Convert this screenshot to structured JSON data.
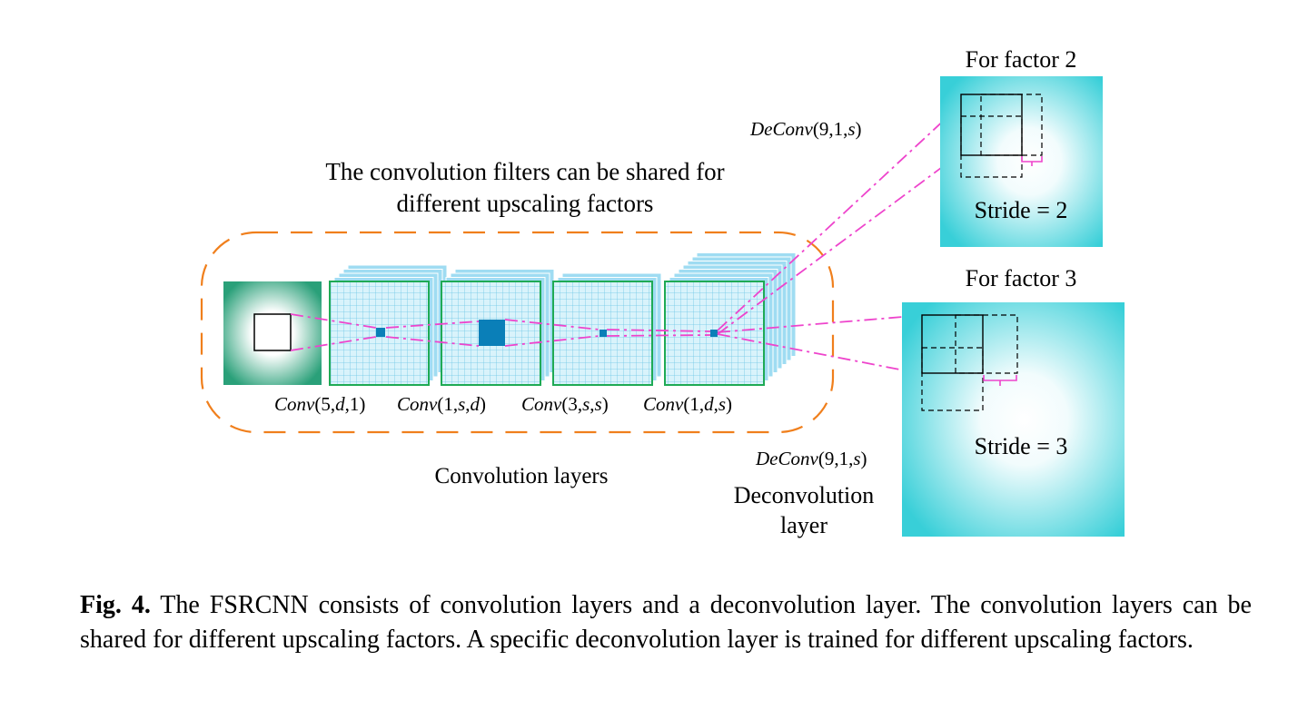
{
  "diagram": {
    "shared_note_line1": "The convolution filters can be shared for",
    "shared_note_line2": "different upscaling factors",
    "conv_labels": [
      {
        "fn": "Conv",
        "args": "(5,",
        "a1": "d",
        "a2": ",1)"
      },
      {
        "fn": "Conv",
        "args": "(1,",
        "a1": "s",
        "a2": ",",
        "a3": "d",
        "a4": ")"
      },
      {
        "fn": "Conv",
        "args": "(3,",
        "a1": "s",
        "a2": ",",
        "a3": "s",
        "a4": ")"
      },
      {
        "fn": "Conv",
        "args": "(1,",
        "a1": "d",
        "a2": ",",
        "a3": "s",
        "a4": ")"
      }
    ],
    "conv_layers_label": "Convolution layers",
    "deconv_top": {
      "fn": "DeConv",
      "args": "(9,1,",
      "var": "s",
      "end": ")"
    },
    "deconv_bottom": {
      "fn": "DeConv",
      "args": "(9,1,",
      "var": "s",
      "end": ")"
    },
    "deconv_layer_line1": "Deconvolution",
    "deconv_layer_line2": "layer",
    "factor2_title": "For factor 2",
    "factor2_stride": "Stride = 2",
    "factor3_title": "For factor 3",
    "factor3_stride": "Stride = 3"
  },
  "caption": {
    "label": "Fig. 4.",
    "text": " The FSRCNN consists of convolution layers and a deconvolution layer. The convolution layers can be shared for different upscaling factors. A specific deconvolution layer is trained for different upscaling factors."
  },
  "colors": {
    "dashed_border": "#f07f1c",
    "magenta_lines": "#ee44cc",
    "grid_green": "#1faa55",
    "grid_fill": "#d9f3fb",
    "stack_blue": "#9fdcf2",
    "filter_blue": "#0a7fb8",
    "cyan_box": "#3fd3dc"
  }
}
